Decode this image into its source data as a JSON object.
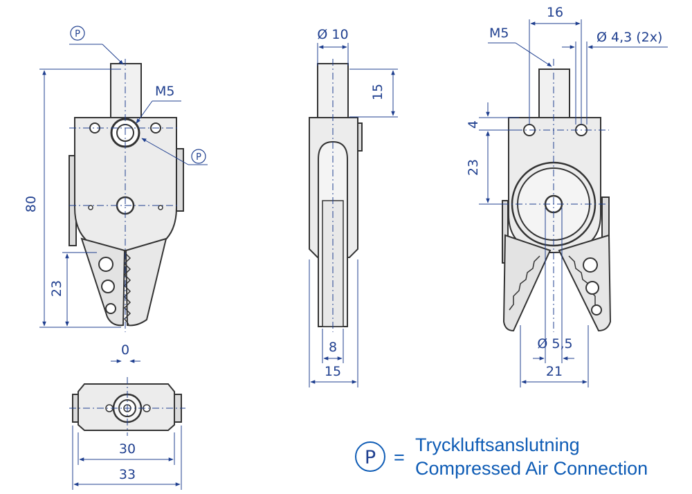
{
  "colors": {
    "dimension": "#1f3f8f",
    "part_outline": "#333333",
    "part_fill": "#e6e6e6",
    "legend": "#0d5bb5"
  },
  "symbols": {
    "pressure": "P"
  },
  "front_view": {
    "height_total": "80",
    "height_jaw": "23",
    "thread": "M5",
    "offset": "0"
  },
  "bottom_view": {
    "width_body": "30",
    "width_total": "33"
  },
  "side_view": {
    "shaft_diameter": "Ø 10",
    "shaft_length": "15",
    "jaw_thickness": "8",
    "body_thickness": "15"
  },
  "rear_view": {
    "thread": "M5",
    "hole_spacing": "16",
    "holes": "Ø 4,3 (2x)",
    "dim_4": "4",
    "dim_23": "23",
    "pin_diameter": "Ø 5,5",
    "width": "21"
  },
  "legend": {
    "symbol": "P",
    "equals": "=",
    "line1": "Tryckluftsanslutning",
    "line2": "Compressed Air Connection"
  }
}
